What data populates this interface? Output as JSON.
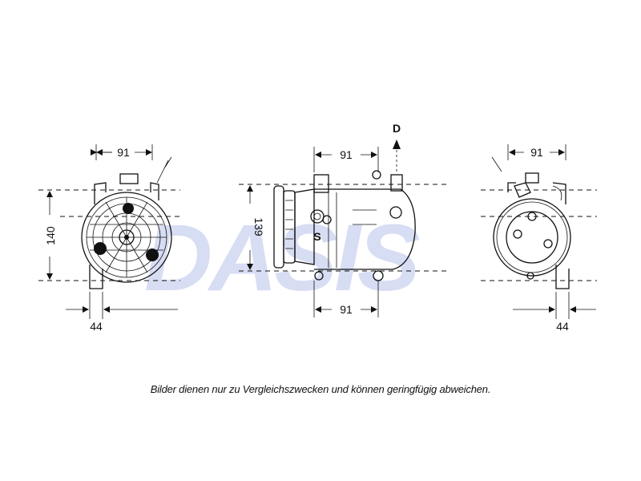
{
  "watermark": {
    "text": "DASIS",
    "colors": {
      "blue": "#3a4fb0",
      "red": "#d1303a"
    }
  },
  "views": {
    "front": {
      "width_label": "91",
      "height_label": "140",
      "foot_label": "44"
    },
    "side": {
      "width_top_label": "91",
      "height_label": "139",
      "width_bottom_label": "91",
      "port_label": "D",
      "suction_label": "S"
    },
    "rear": {
      "width_label": "91",
      "foot_label": "44"
    }
  },
  "caption": "Bilder dienen nur zu Vergleichszwecken und können geringfügig abweichen."
}
